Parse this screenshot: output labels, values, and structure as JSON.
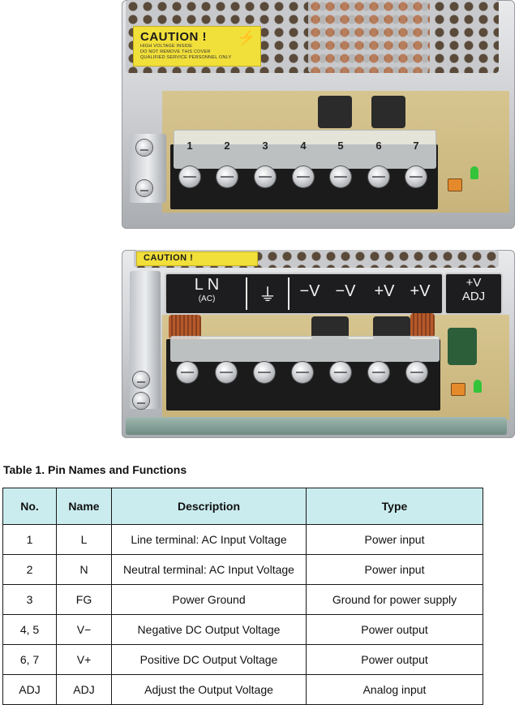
{
  "photo_top": {
    "caution_title": "CAUTION !",
    "caution_lines": [
      "HIGH VOLTAGE INSIDE",
      "DO NOT REMOVE THIS COVER",
      "QUALIFIED SERVICE PERSONNEL ONLY"
    ],
    "pin_numbers": [
      "1",
      "2",
      "3",
      "4",
      "5",
      "6",
      "7"
    ]
  },
  "photo_bottom": {
    "caution_title": "CAUTION !",
    "terminal_labels": {
      "ln": "L   N",
      "ac": "(AC)",
      "fg": "⏚",
      "v_minus_1": "−V",
      "v_minus_2": "−V",
      "v_plus_1": "+V",
      "v_plus_2": "+V",
      "adj_top": "+V",
      "adj_bottom": "ADJ"
    }
  },
  "table": {
    "caption": "Table 1. Pin Names and Functions",
    "headers": [
      "No.",
      "Name",
      "Description",
      "Type"
    ],
    "rows": [
      [
        "1",
        "L",
        "Line terminal: AC Input Voltage",
        "Power input"
      ],
      [
        "2",
        "N",
        "Neutral terminal: AC Input Voltage",
        "Power input"
      ],
      [
        "3",
        "FG",
        "Power Ground",
        "Ground for power supply"
      ],
      [
        "4, 5",
        "V−",
        "Negative DC Output Voltage",
        "Power output"
      ],
      [
        "6, 7",
        "V+",
        "Positive DC Output Voltage",
        "Power output"
      ],
      [
        "ADJ",
        "ADJ",
        "Adjust the Output Voltage",
        "Analog input"
      ]
    ]
  },
  "colors": {
    "header_bg": "#cbecee",
    "caution_yellow": "#f1df3a",
    "pcb": "#d7c590",
    "terminal": "#1b1b1b"
  }
}
